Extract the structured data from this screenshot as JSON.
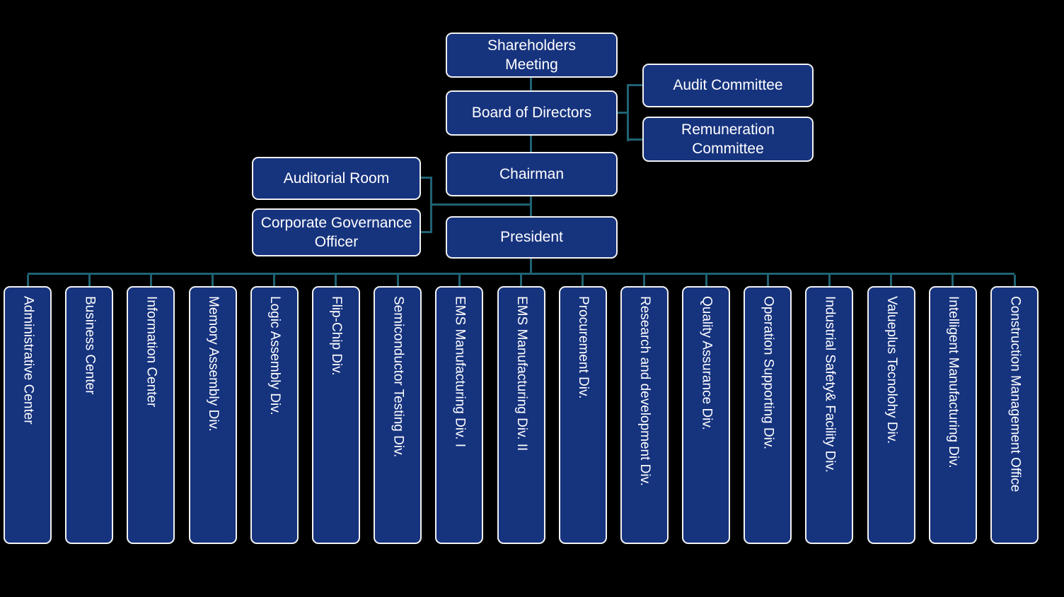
{
  "colors": {
    "background": "#000000",
    "box_fill": "#16337e",
    "box_border": "#f2f2f2",
    "connector": "#1f6373",
    "text": "#ffffff"
  },
  "nodes": {
    "shareholders_meeting": "Shareholders Meeting",
    "board_of_directors": "Board of Directors",
    "audit_committee": "Audit Committee",
    "remuneration_committee": "Remuneration Committee",
    "chairman": "Chairman",
    "auditorial_room": "Auditorial Room",
    "corporate_governance_officer": "Corporate Governance Officer",
    "president": "President"
  },
  "departments": [
    "Administrative Center",
    "Business Center",
    "Information Center",
    "Memory Assembly Div.",
    "Logic Assembly Div.",
    "Flip-Chip Div.",
    "Semiconductor Testing Div.",
    "EMS Manufacturing Div. I",
    "EMS Manufacturing Div. II",
    "Procurement Div.",
    "Research and development Div.",
    "Quality Assurance Div.",
    "Operation Supporting Div.",
    "Industrial Safety& Facility Div.",
    "Valueplus Tecnolohy Div.",
    "Intelligent Manufacturing Div.",
    "Construction Management Office"
  ]
}
